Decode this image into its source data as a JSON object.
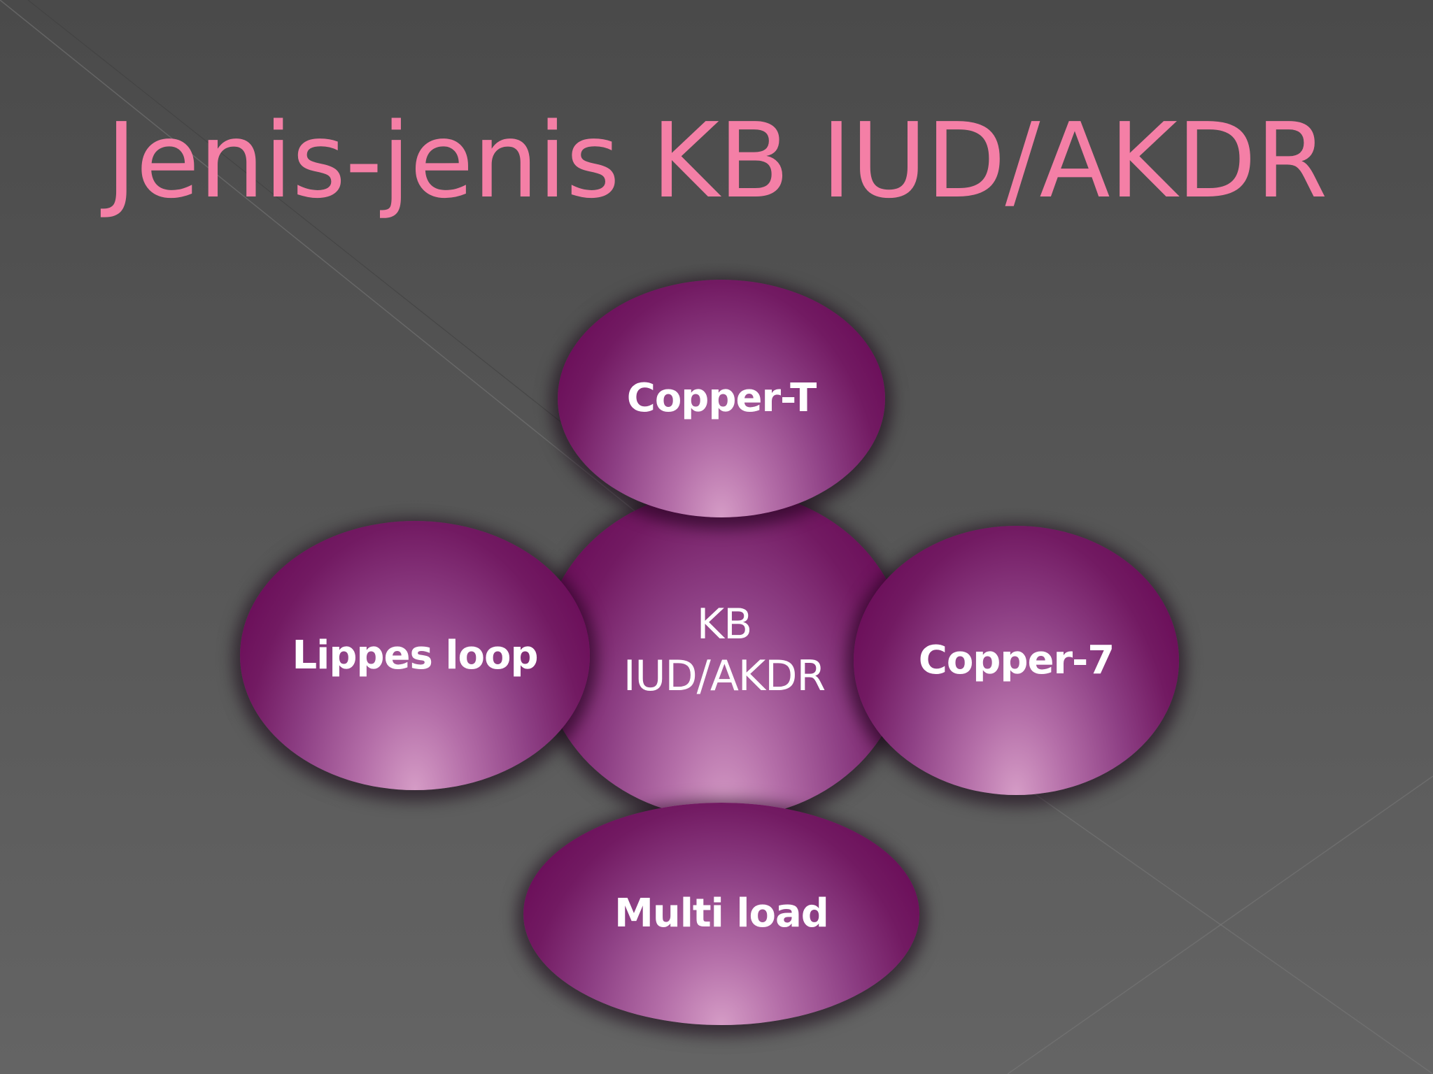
{
  "slide": {
    "title": "Jenis-jenis KB IUD/AKDR",
    "title_color": "#f47fa6",
    "background_color": "#555555"
  },
  "diagram": {
    "type": "radial-venn",
    "center": {
      "label": "KB IUD/AKDR"
    },
    "nodes": [
      {
        "position": "top",
        "label": "Copper-T"
      },
      {
        "position": "left",
        "label": "Lippes loop"
      },
      {
        "position": "right",
        "label": "Copper-7"
      },
      {
        "position": "bottom",
        "label": "Multi load"
      }
    ],
    "bubble_color_dark": "#63004f",
    "bubble_color_light": "#d59cc6"
  }
}
